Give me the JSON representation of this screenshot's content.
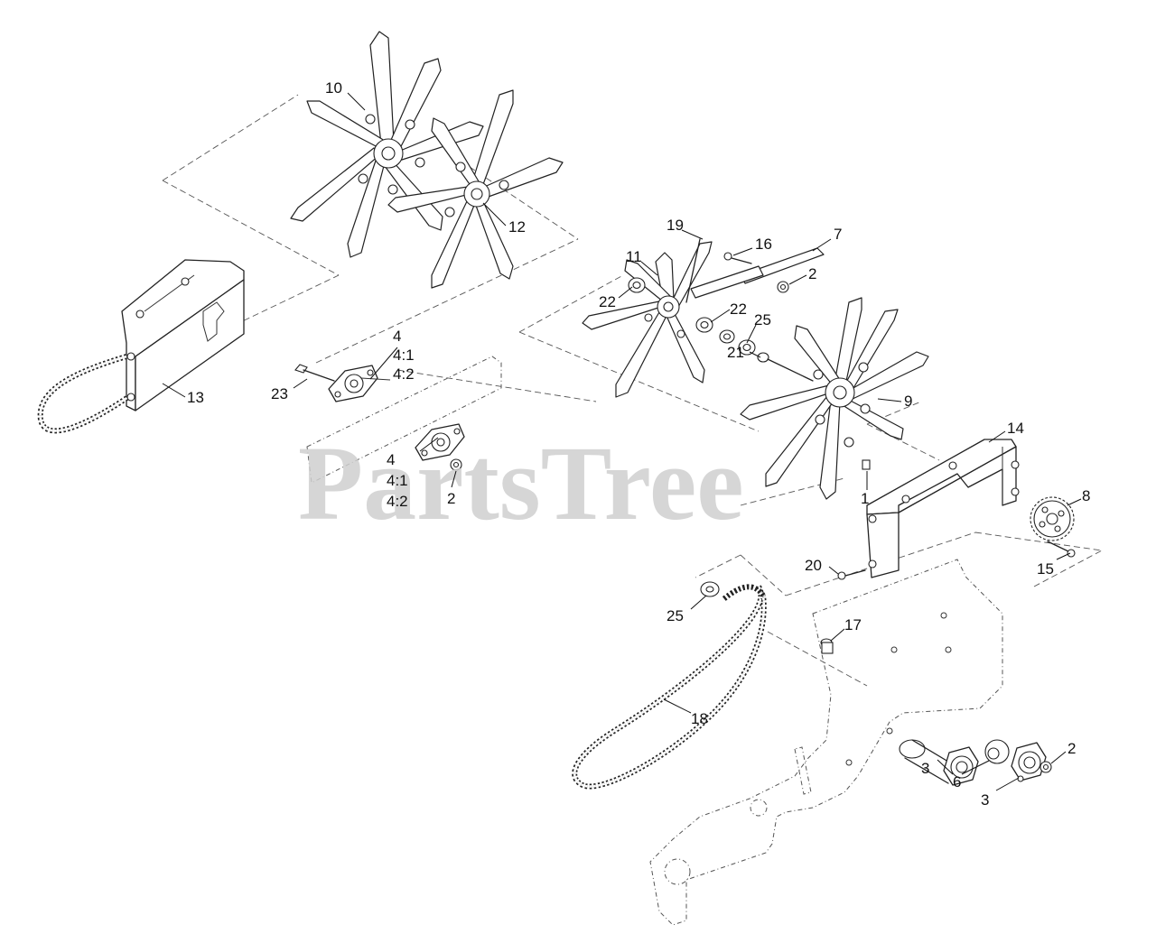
{
  "watermark": "PartsTree",
  "callouts": [
    "10",
    "12",
    "13",
    "23",
    "4",
    "4:1",
    "4:2",
    "4",
    "4:1",
    "4:2",
    "2",
    "19",
    "16",
    "7",
    "11",
    "22",
    "2",
    "22",
    "25",
    "21",
    "9",
    "14",
    "1",
    "8",
    "15",
    "20",
    "25",
    "17",
    "18",
    "3",
    "6",
    "3",
    "2"
  ]
}
